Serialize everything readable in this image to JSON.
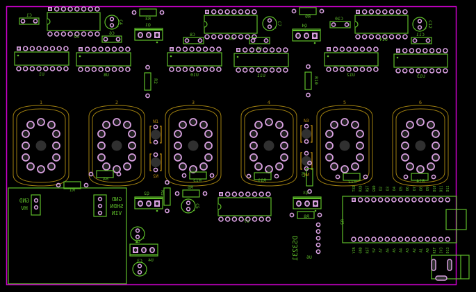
{
  "board": {
    "view": "bottom (mirrored)",
    "colors": {
      "background": "#000000",
      "outline": "#cc00cc",
      "silkscreen": "#5fbf2a",
      "tube_outline": "#a08010",
      "pad_ring": "#d8a0e0",
      "pad_hole": "#202020",
      "tube_center": "#303030"
    }
  },
  "tubes": [
    {
      "ref": "1"
    },
    {
      "ref": "2"
    },
    {
      "ref": "3"
    },
    {
      "ref": "4"
    },
    {
      "ref": "5"
    },
    {
      "ref": "6"
    }
  ],
  "neon_lamps": [
    {
      "ref": "N1"
    },
    {
      "ref": "N2"
    },
    {
      "ref": "N3"
    },
    {
      "ref": "N4"
    }
  ],
  "ics": [
    {
      "ref": "U2"
    },
    {
      "ref": "U9"
    },
    {
      "ref": "U14"
    },
    {
      "ref": "U1"
    },
    {
      "ref": "U8"
    },
    {
      "ref": "U10"
    },
    {
      "ref": "U11"
    },
    {
      "ref": "U12"
    },
    {
      "ref": "U13"
    },
    {
      "ref": "U7"
    }
  ],
  "capacitors": [
    {
      "ref": "C1"
    },
    {
      "ref": "C4"
    },
    {
      "ref": "C6"
    },
    {
      "ref": "C7"
    },
    {
      "ref": "C8"
    },
    {
      "ref": "C9"
    },
    {
      "ref": "C10"
    },
    {
      "ref": "C11"
    },
    {
      "ref": "C12"
    },
    {
      "ref": "C2"
    },
    {
      "ref": "C3"
    },
    {
      "ref": "C5"
    }
  ],
  "transistors": [
    {
      "ref": "Q1"
    },
    {
      "ref": "Q4"
    },
    {
      "ref": "Q2"
    },
    {
      "ref": "Q3"
    },
    {
      "ref": "U4"
    }
  ],
  "resistors": [
    {
      "ref": "R3"
    },
    {
      "ref": "R9"
    },
    {
      "ref": "R2"
    },
    {
      "ref": "R10"
    },
    {
      "ref": "R1"
    },
    {
      "ref": "R4"
    },
    {
      "ref": "R11"
    },
    {
      "ref": "R13"
    },
    {
      "ref": "R12"
    },
    {
      "ref": "R14"
    },
    {
      "ref": "R5"
    },
    {
      "ref": "R6"
    },
    {
      "ref": "R8"
    },
    {
      "ref": "R7"
    }
  ],
  "hv_module": {
    "left_pins": [
      "GND",
      "HV"
    ],
    "right_pins": [
      "GND",
      "SHDN",
      "VIN"
    ]
  },
  "rtc": {
    "label": "DS3231",
    "ref": "U6"
  },
  "arduino": {
    "ref": "U5",
    "top_pins": [
      "TXD",
      "RXD",
      "RST",
      "GND",
      "D2",
      "D3",
      "D4",
      "D5",
      "D6",
      "D7",
      "D8",
      "D9",
      "D10",
      "D11",
      "D12"
    ],
    "bottom_pins": [
      "VIN",
      "GND",
      "RST",
      "5V",
      "A7",
      "A6",
      "A5",
      "A4",
      "A3",
      "A2",
      "A1",
      "A0",
      "REF",
      "3V3",
      "D13"
    ]
  }
}
